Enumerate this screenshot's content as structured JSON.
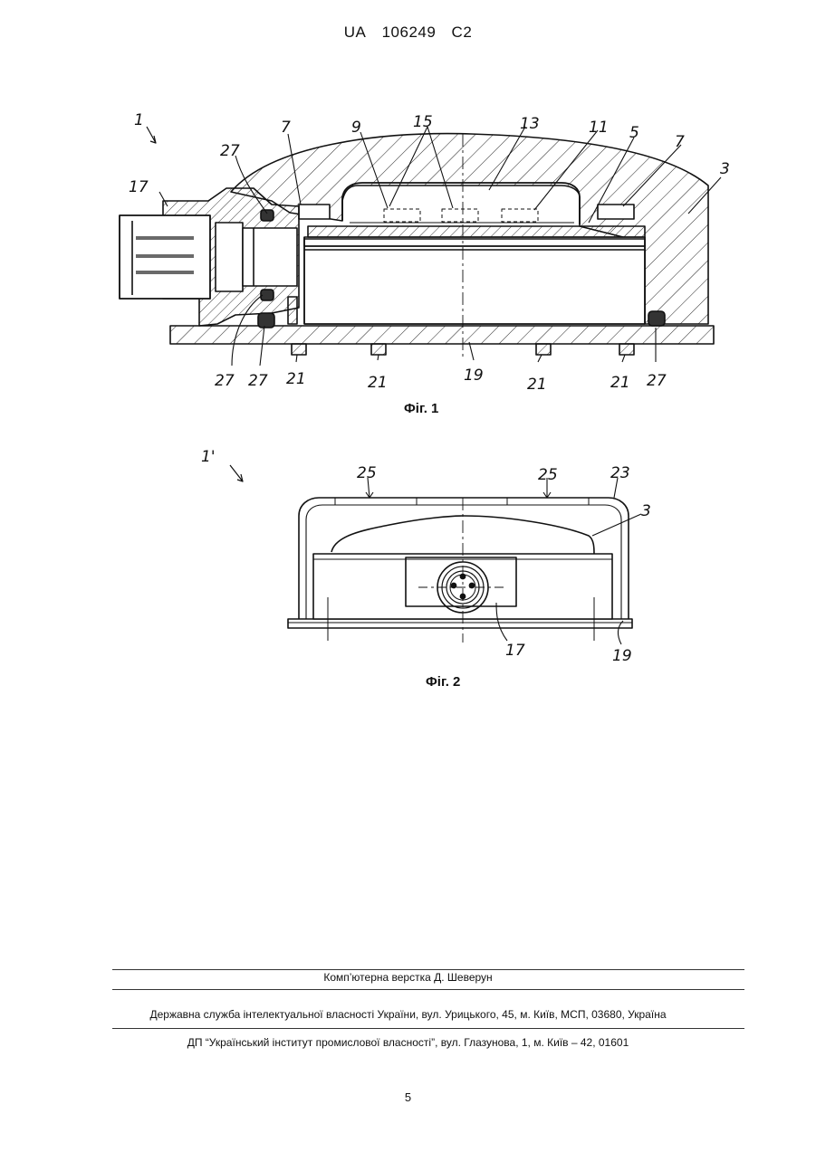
{
  "header": {
    "office": "UA",
    "patent_number": "106249",
    "kind_code": "C2"
  },
  "figures": [
    {
      "caption": "Фіг. 1",
      "ref": "1",
      "labels": [
        "27",
        "17",
        "7",
        "9",
        "15",
        "13",
        "11",
        "5",
        "7",
        "3",
        "27",
        "27",
        "21",
        "21",
        "19",
        "21",
        "21",
        "27"
      ]
    },
    {
      "caption": "Фіг. 2",
      "ref": "1'",
      "labels": [
        "25",
        "25",
        "23",
        "3",
        "17",
        "19"
      ]
    }
  ],
  "footer": {
    "layout_credit": "Комп’ютерна верстка Д. Шеверун",
    "publisher": "Державна служба інтелектуальної власності України, вул. Урицького, 45, м. Київ, МСП, 03680, Україна",
    "institute": "ДП “Український інститут промислової власності”, вул. Глазунова, 1, м. Київ – 42, 01601",
    "page_number": "5"
  }
}
